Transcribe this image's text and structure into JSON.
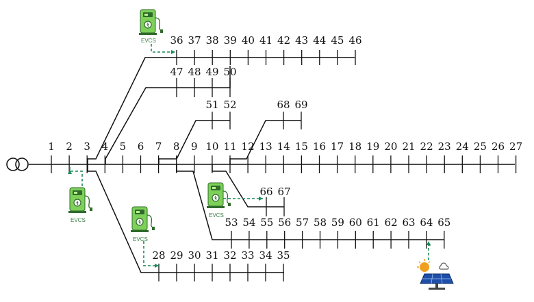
{
  "source_icon": "transformer-icon",
  "ev_station_icon": "ev-charging-station-icon",
  "pv_icon": "solar-panel-icon",
  "colors": {
    "line": "#111111",
    "ev_link": "#1a8a5a",
    "ev_fill": "#7ed05a",
    "pv_panel": "#1f4fa8",
    "sun": "#f0a020"
  },
  "ev_stations": [
    {
      "caption": "EVCS"
    },
    {
      "caption": "EVCS"
    },
    {
      "caption": "EVCS"
    },
    {
      "caption": "EVCS"
    }
  ],
  "branches": [
    {
      "name": "main",
      "buses": [
        "1",
        "2",
        "3",
        "4",
        "5",
        "6",
        "7",
        "8",
        "9",
        "10",
        "11",
        "12",
        "13",
        "14",
        "15",
        "16",
        "17",
        "18",
        "19",
        "20",
        "21",
        "22",
        "23",
        "24",
        "25",
        "26",
        "27"
      ]
    },
    {
      "name": "branch-36-46",
      "buses": [
        "36",
        "37",
        "38",
        "39",
        "40",
        "41",
        "42",
        "43",
        "44",
        "45",
        "46"
      ]
    },
    {
      "name": "branch-47-50",
      "buses": [
        "47",
        "48",
        "49",
        "50"
      ]
    },
    {
      "name": "branch-51-52",
      "buses": [
        "51",
        "52"
      ]
    },
    {
      "name": "branch-68-69",
      "buses": [
        "68",
        "69"
      ]
    },
    {
      "name": "branch-66-67",
      "buses": [
        "66",
        "67"
      ]
    },
    {
      "name": "branch-53-65",
      "buses": [
        "53",
        "54",
        "55",
        "56",
        "57",
        "58",
        "59",
        "60",
        "61",
        "62",
        "63",
        "64",
        "65"
      ]
    },
    {
      "name": "branch-28-35",
      "buses": [
        "28",
        "29",
        "30",
        "31",
        "32",
        "33",
        "34",
        "35"
      ]
    }
  ]
}
